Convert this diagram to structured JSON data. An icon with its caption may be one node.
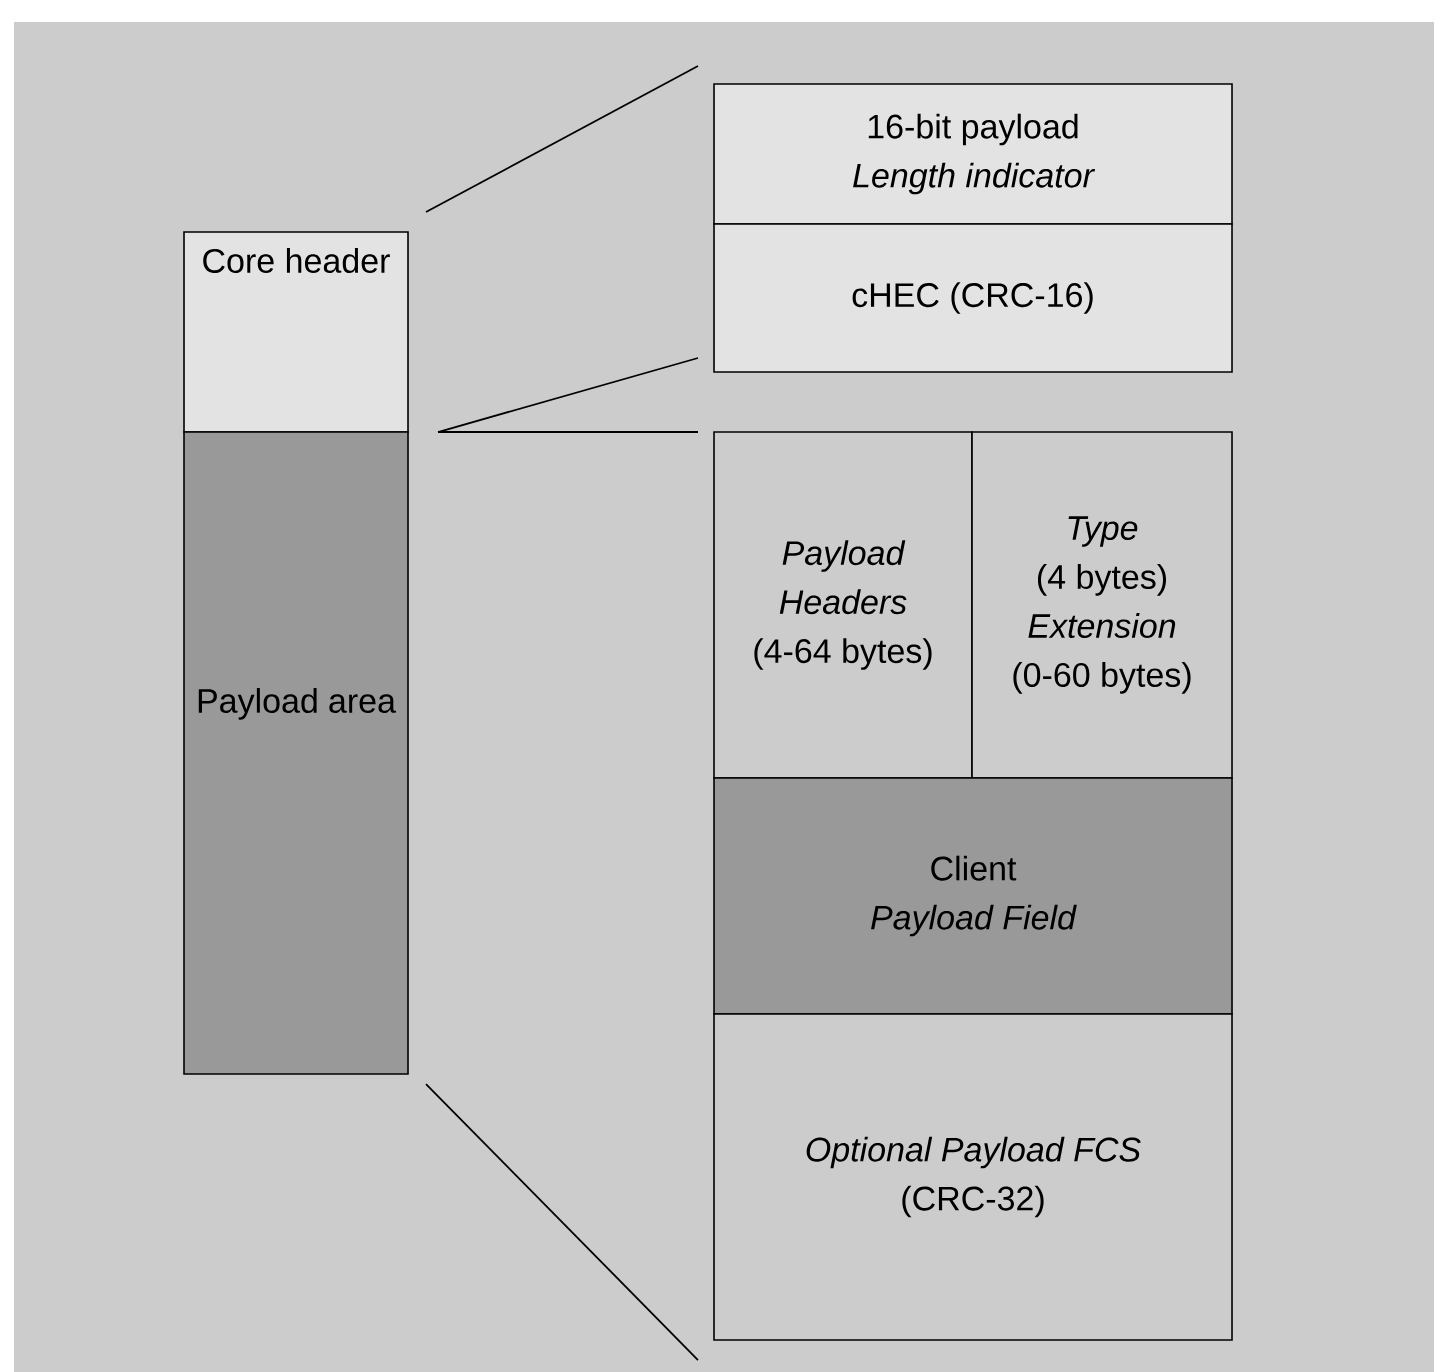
{
  "diagram": {
    "nodes": [
      {
        "text": [
          "Core header"
        ]
      },
      {
        "text": [
          "Payload area"
        ]
      },
      {
        "text": [
          "16-bit payload",
          "Length indicator"
        ]
      },
      {
        "text": [
          "cHEC (CRC-16)"
        ]
      },
      {
        "text": [
          "Payload Headers",
          "(4-64 bytes)"
        ]
      },
      {
        "text": [
          "Type",
          "(4 bytes)",
          "Extension",
          "(0-60 bytes)"
        ]
      },
      {
        "text": [
          "Client",
          "Payload Field"
        ]
      },
      {
        "text": [
          "Optional Payload FCS",
          "(CRC-32)"
        ]
      }
    ],
    "edges": [
      {
        "from": 0,
        "to": 2,
        "arrow": "none"
      },
      {
        "from": 0,
        "to": 3,
        "arrow": "none"
      },
      {
        "from": 1,
        "to": 4,
        "arrow": "none"
      },
      {
        "from": 1,
        "to": 7,
        "arrow": "none"
      }
    ]
  }
}
